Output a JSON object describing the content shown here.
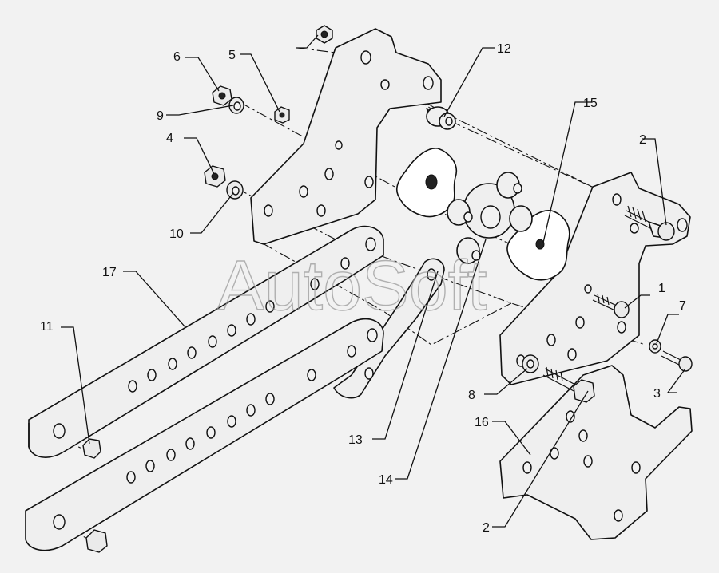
{
  "watermark": "AutoSoft",
  "callouts": [
    {
      "id": "c1",
      "label": "1"
    },
    {
      "id": "c2a",
      "label": "2"
    },
    {
      "id": "c2b",
      "label": "2"
    },
    {
      "id": "c3",
      "label": "3"
    },
    {
      "id": "c4",
      "label": "4"
    },
    {
      "id": "c5",
      "label": "5"
    },
    {
      "id": "c6",
      "label": "6"
    },
    {
      "id": "c7",
      "label": "7"
    },
    {
      "id": "c8",
      "label": "8"
    },
    {
      "id": "c9",
      "label": "9"
    },
    {
      "id": "c10",
      "label": "10"
    },
    {
      "id": "c11",
      "label": "11"
    },
    {
      "id": "c12",
      "label": "12"
    },
    {
      "id": "c13",
      "label": "13"
    },
    {
      "id": "c14",
      "label": "14"
    },
    {
      "id": "c15",
      "label": "15"
    },
    {
      "id": "c16",
      "label": "16"
    },
    {
      "id": "c17",
      "label": "17"
    }
  ]
}
